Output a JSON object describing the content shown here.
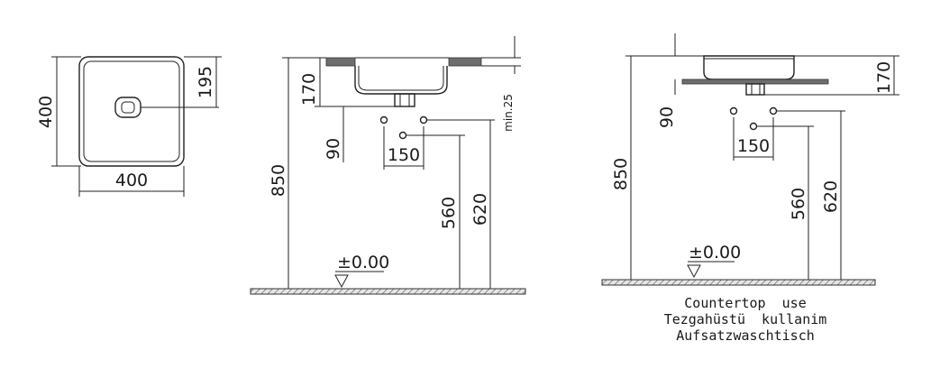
{
  "plan_view": {
    "width": "400",
    "depth": "400",
    "drain_offset": "195"
  },
  "wall_hung_section": {
    "height_850": "850",
    "depth_170": "170",
    "spacing_90": "90",
    "spacing_150": "150",
    "height_560": "560",
    "height_620": "620",
    "min_note": "min.25",
    "floor_level": "±0.00"
  },
  "countertop_section": {
    "depth_170": "170",
    "spacing_90": "90",
    "spacing_150": "150",
    "height_850": "850",
    "height_560": "560",
    "height_620": "620",
    "floor_level": "±0.00"
  },
  "caption": {
    "line1": "Countertop  use",
    "line2": "Tezgahüstü  kullanim",
    "line3": "Aufsatzwaschtisch"
  },
  "colors": {
    "line": "#222222",
    "slab": "#6e6e6e",
    "background": "#ffffff"
  }
}
